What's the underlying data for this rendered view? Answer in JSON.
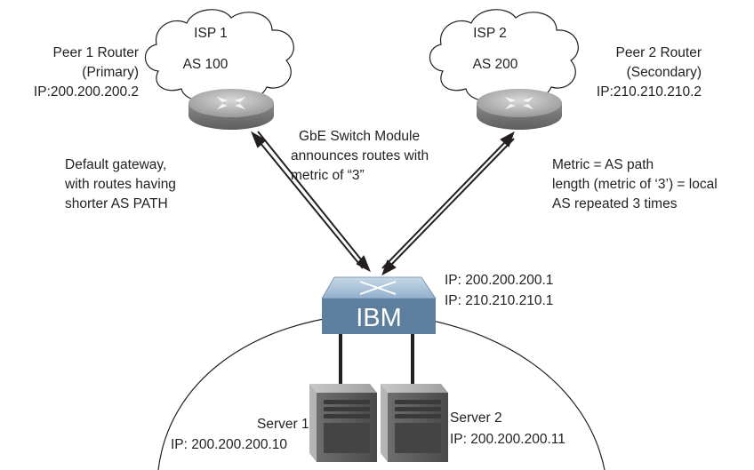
{
  "isp1": {
    "name": "ISP 1",
    "as": "AS 100"
  },
  "isp2": {
    "name": "ISP 2",
    "as": "AS 200"
  },
  "peer1": {
    "line1": "Peer 1 Router",
    "line2": "(Primary)",
    "ip": "IP:200.200.200.2"
  },
  "peer2": {
    "line1": "Peer 2 Router",
    "line2": "(Secondary)",
    "ip": "IP:210.210.210.2"
  },
  "notes": {
    "gateway": [
      "Default gateway,",
      "with routes having",
      "shorter AS PATH"
    ],
    "announce": [
      "GbE Switch Module",
      "announces routes with",
      "metric of “3”"
    ],
    "metric": [
      "Metric = AS path",
      "length (metric of ‘3’) = local",
      "AS repeated 3 times"
    ]
  },
  "switch": {
    "brand": "IBM",
    "ip1": "IP: 200.200.200.1",
    "ip2": "IP: 210.210.210.1"
  },
  "server1": {
    "name": "Server 1",
    "ip": "IP: 200.200.200.10"
  },
  "server2": {
    "name": "Server 2",
    "ip": "IP: 200.200.200.11"
  },
  "colors": {
    "router_body": "#8c8c8c",
    "router_top": "#b8b8b8",
    "switch_top": "#a9c4dc",
    "switch_front": "#5d7e9c",
    "server_body": "#9a9a9a",
    "line": "#231f20"
  }
}
